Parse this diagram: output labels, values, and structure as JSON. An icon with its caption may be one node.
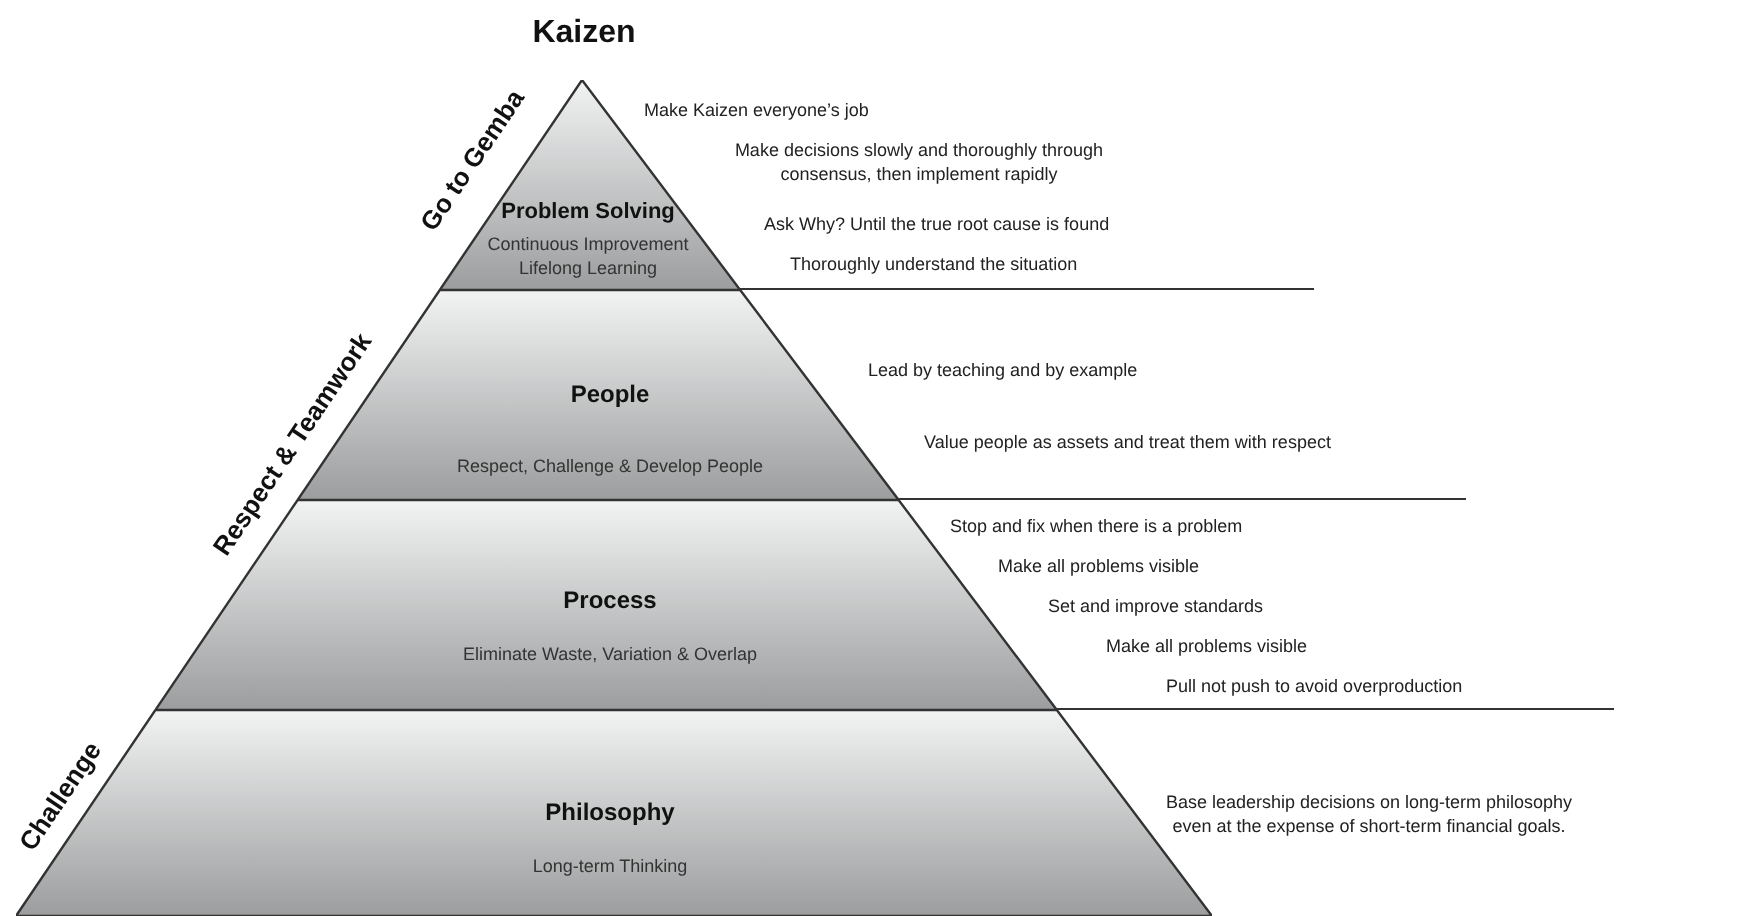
{
  "diagram": {
    "title": "Kaizen",
    "nodes": [
      {
        "text": [
          "Problem Solving",
          "Continuous Improvement",
          "Lifelong Learning"
        ],
        "beside": [
          "Make Kaizen everyone’s job",
          "Make decisions slowly and thoroughly through consensus, then implement rapidly",
          "Ask Why? Until the true root cause is found",
          "Thoroughly understand the situation"
        ]
      },
      {
        "text": [
          "People",
          "Respect, Challenge & Develop People"
        ],
        "beside": [
          "Lead by teaching and by example",
          "Value people as assets and treat them with respect"
        ]
      },
      {
        "text": [
          "Process",
          "Eliminate Waste, Variation & Overlap"
        ],
        "beside": [
          "Stop and fix when there is a problem",
          "Make all problems visible",
          "Set and improve standards",
          "Make all problems visible",
          "Pull not push to avoid overproduction"
        ]
      },
      {
        "text": [
          "Philosophy",
          "Long-term Thinking"
        ],
        "beside": [
          "Base leadership decisions on long-term philosophy even at the expense of short-term financial goals."
        ]
      }
    ],
    "edges": [],
    "labels": [
      "Go to Gemba",
      "Respect & Teamwork",
      "Challenge"
    ]
  }
}
